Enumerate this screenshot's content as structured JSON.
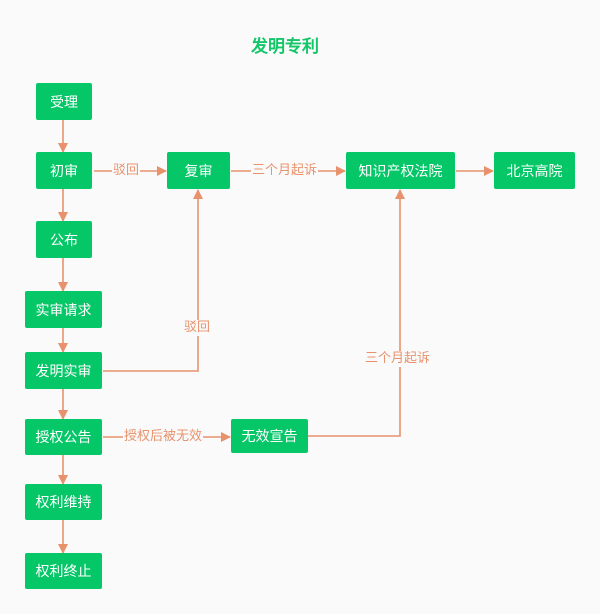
{
  "title": "发明专利",
  "nodes": {
    "shouli": "受理",
    "chushen": "初审",
    "gongbu": "公布",
    "shishen_qingqiu": "实审请求",
    "faming_shishen": "发明实审",
    "shouquan_gonggao": "授权公告",
    "quanli_weichi": "权利维持",
    "quanli_zhongzhi": "权利终止",
    "fushen": "复审",
    "wuxiao_xuangao": "无效宣告",
    "zhishichanquan_fayuan": "知识产权法院",
    "beijing_gaoyuan": "北京高院"
  },
  "edge_labels": {
    "chushen_to_fushen": "驳回",
    "fushen_to_court": "三个月起诉",
    "shishen_to_fushen": "驳回",
    "wuxiao_to_court": "三个月起诉",
    "grant_to_wuxiao": "授权后被无效"
  },
  "colors": {
    "node_fill": "#06c768",
    "node_text": "#ffffff",
    "title": "#13c768",
    "arrow": "#e8926d",
    "background": "#fafafa"
  }
}
